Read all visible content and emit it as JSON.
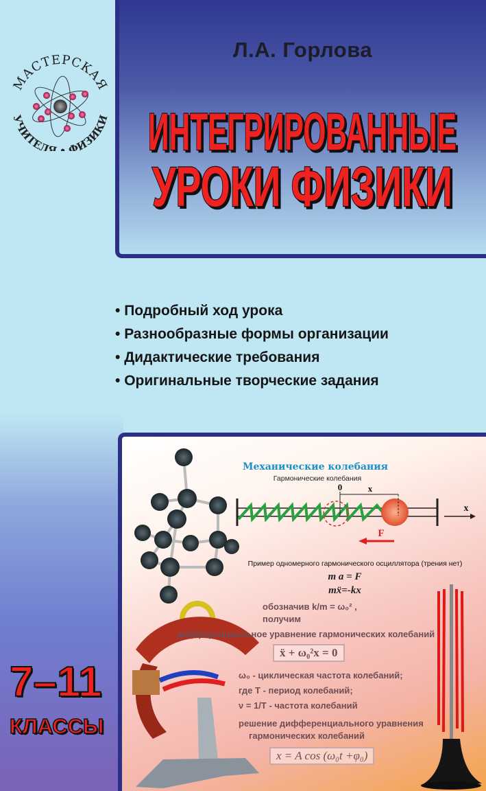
{
  "logo": {
    "top_text": "МАСТЕРСКАЯ",
    "bottom_text": "УЧИТЕЛЯ • ФИЗИКИ",
    "icon": "atom-icon"
  },
  "author": "Л.А. Горлова",
  "title": {
    "line1": "ИНТЕГРИРОВАННЫЕ",
    "line2": "УРОКИ ФИЗИКИ"
  },
  "bullets": [
    "Подробный ход урока",
    "Разнообразные формы организации",
    "Дидактические требования",
    "Оригинальные творческие задания"
  ],
  "illustration": {
    "heading": "Механические  колебания",
    "subheading": "Гармонические колебания",
    "origin_label": "0",
    "displacement_label": "x",
    "axis_label": "x",
    "force_label": "F",
    "caption": "Пример одномерного гармонического  осциллятора (трения нет)",
    "eq1": "m a = F",
    "eq2": "mẍ=-kx",
    "faded_lines": [
      "обозначив  k/m = ω₀² ,",
      "получим",
      "дифференциальное уравнение гармонических колебаний",
      "ẍ + ω₀²x = 0",
      "ω₀ - циклическая частота колебаний;",
      "где T - период колебаний;",
      "ν = 1/T - частота колебаний",
      "решение дифференциального уравнения",
      "гармонических колебаний",
      "x = A cos (ω₀t +φ₀)"
    ]
  },
  "grades": {
    "range": "7–11",
    "label": "КЛАССЫ"
  },
  "colors": {
    "title_red": "#ee2220",
    "frame_blue": "#2b2f85",
    "background": "#bfe7f3",
    "heading_blue": "#1a8fc8"
  }
}
